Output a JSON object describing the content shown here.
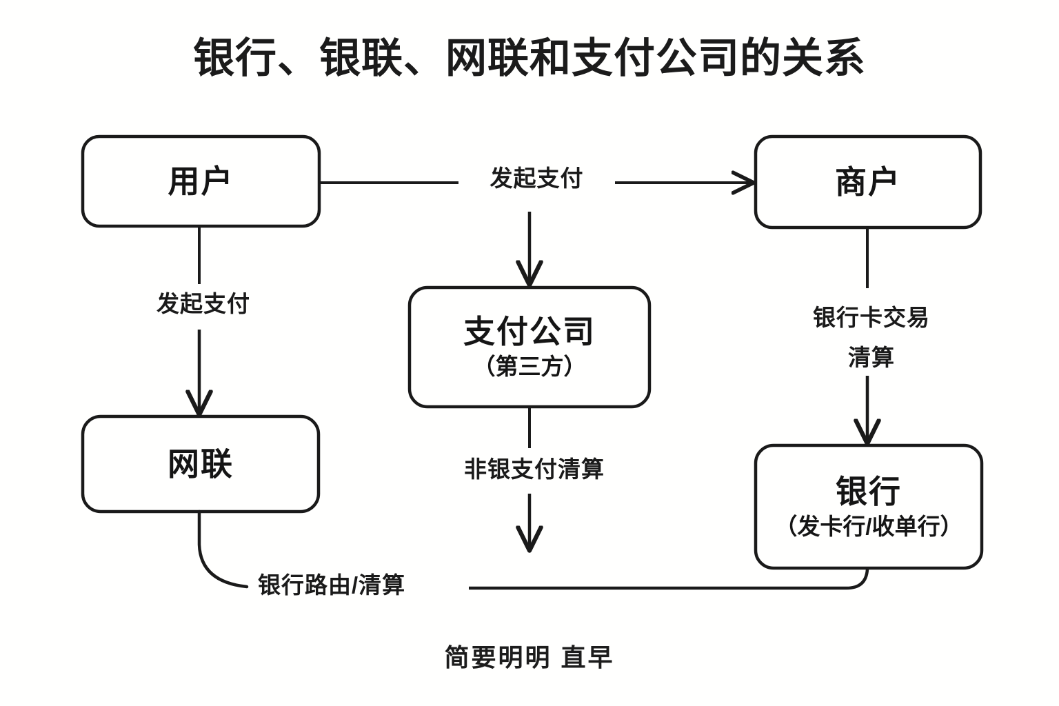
{
  "page": {
    "title": "银行、银联、网联和支付公司的关系",
    "footer": "简要明明  直早",
    "background_color": "#fffffe",
    "line_color": "#1a1a1a",
    "text_color": "#151515"
  },
  "nodes": [
    {
      "id": "user",
      "label": "用户",
      "sublabel": ""
    },
    {
      "id": "merchant",
      "label": "商户",
      "sublabel": ""
    },
    {
      "id": "payco",
      "label": "支付公司",
      "sublabel": "（第三方）"
    },
    {
      "id": "wanglian",
      "label": "网联",
      "sublabel": ""
    },
    {
      "id": "bank",
      "label": "银行",
      "sublabel": "（发卡行/收单行）"
    }
  ],
  "edges": [
    {
      "id": "user-to-merchant",
      "label": "发起支付",
      "from": "user",
      "to": "merchant",
      "arrow": true
    },
    {
      "id": "user-to-wanglian",
      "label": "发起支付",
      "from": "user",
      "to": "wanglian",
      "arrow": true
    },
    {
      "id": "link-to-payco",
      "label": "",
      "from": "user-to-merchant",
      "to": "payco",
      "arrow": true
    },
    {
      "id": "merchant-to-bank",
      "label": "银行卡交易\n清算",
      "line1": "银行卡交易",
      "line2": "清算",
      "from": "merchant",
      "to": "bank",
      "arrow": true
    },
    {
      "id": "payco-clearing",
      "label": "非银支付清算",
      "from": "payco",
      "to": "clearing-bus",
      "arrow": true
    },
    {
      "id": "bank-routing",
      "label": "银行路由/清算",
      "from": "wanglian",
      "to": "bank",
      "arrow": false
    }
  ]
}
